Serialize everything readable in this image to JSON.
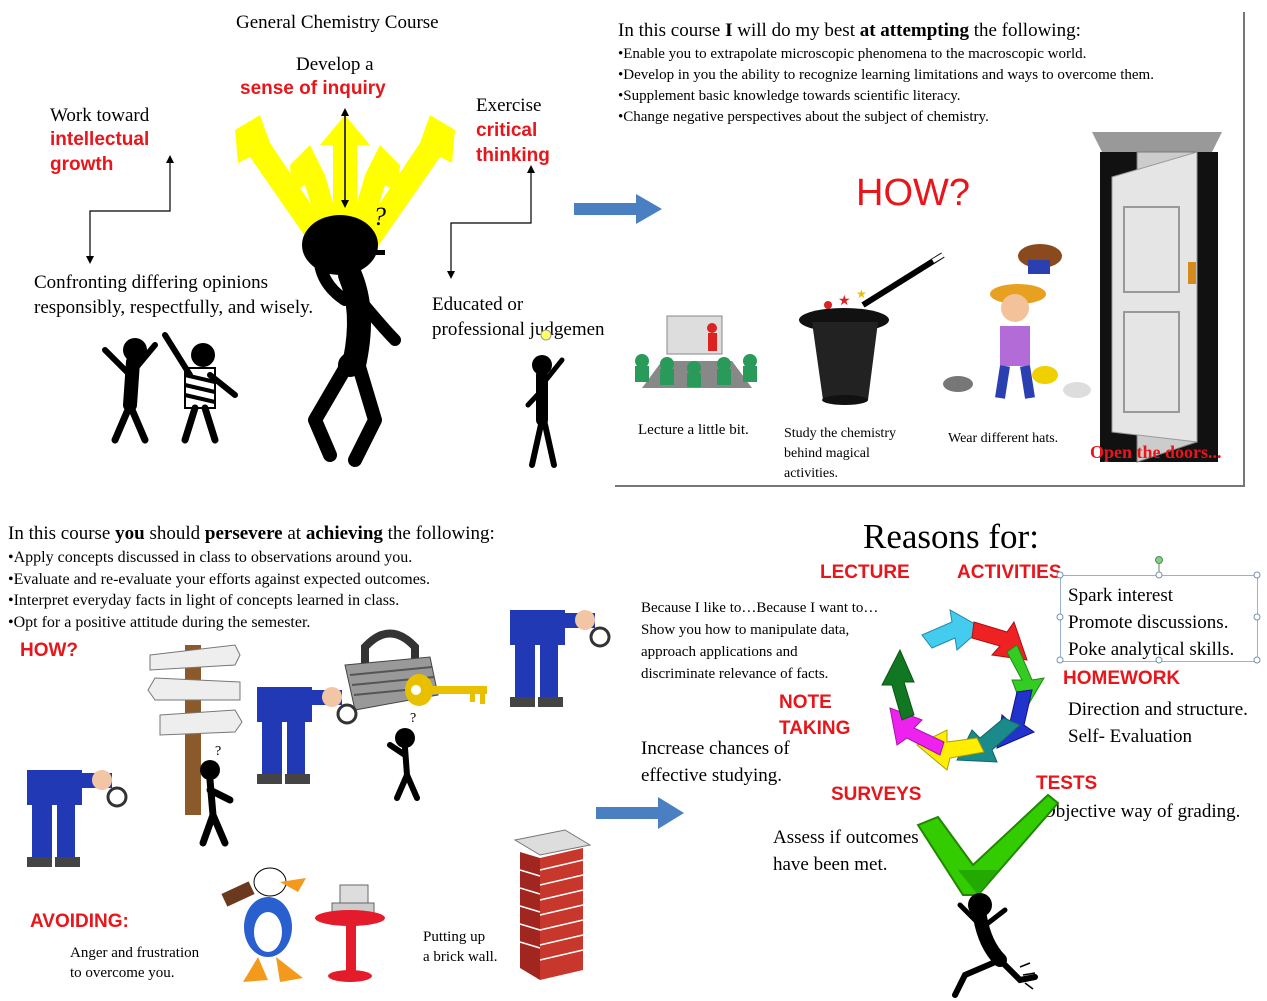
{
  "q1": {
    "title": "General Chemistry Course",
    "develop": "Develop a",
    "inquiry": "sense of inquiry",
    "work_toward": "Work toward",
    "intellectual_1": "intellectual",
    "intellectual_2": "growth",
    "exercise": "Exercise",
    "critical_1": "critical",
    "critical_2": "thinking",
    "confront_1": "Confronting differing opinions",
    "confront_2": "responsibly, respectfully, and wisely.",
    "educated_1": "Educated or",
    "educated_2": "professional judgemen"
  },
  "q2": {
    "intro_a": "In this course ",
    "intro_b": "I",
    "intro_c": " will do my best ",
    "intro_d": "at attempting",
    "intro_e": " the following:",
    "bullets": [
      "•Enable you to extrapolate microscopic phenomena to the macroscopic world.",
      "•Develop in you the ability to recognize learning limitations and ways to overcome them.",
      "•Supplement basic knowledge towards scientific literacy.",
      "•Change negative perspectives about the subject of chemistry."
    ],
    "how": "HOW?",
    "lecture": "Lecture a little bit.",
    "study_1": "Study  the chemistry",
    "study_2": "behind magical",
    "study_3": "activities.",
    "hats": "Wear different hats.",
    "doors": "Open the doors..."
  },
  "q3": {
    "intro_a": "In this course ",
    "intro_b": "you",
    "intro_c": " should ",
    "intro_d": "persevere",
    "intro_e": " at ",
    "intro_f": "achieving",
    "intro_g": " the following:",
    "bullets": [
      "•Apply concepts discussed in class to observations around you.",
      "•Evaluate and re-evaluate your efforts against expected outcomes.",
      "•Interpret everyday facts in light of concepts learned in class.",
      "•Opt for a positive attitude during the semester."
    ],
    "how": "HOW?",
    "avoiding": "AVOIDING:",
    "anger_1": "Anger and frustration",
    "anger_2": "to overcome you.",
    "brick_1": "Putting up",
    "brick_2": "a brick wall."
  },
  "q4": {
    "title": "Reasons for:",
    "lecture": "LECTURE",
    "activities": "ACTIVITIES",
    "lecture_text": [
      "Because I like to…Because I want to…",
      "Show you how to manipulate data,",
      "approach applications and",
      "discriminate relevance of facts."
    ],
    "activities_text": [
      "Spark interest",
      "Promote discussions.",
      "Poke analytical skills."
    ],
    "note_1": "NOTE",
    "note_2": "TAKING",
    "note_text": [
      "Increase chances of",
      "effective studying."
    ],
    "homework": "HOMEWORK",
    "homework_text": [
      "Direction and structure.",
      "Self- Evaluation"
    ],
    "surveys": "SURVEYS",
    "surveys_text": [
      "Assess if outcomes",
      "have been met."
    ],
    "tests": "TESTS",
    "tests_text": "Objective way of grading."
  },
  "colors": {
    "red": "#e8161b",
    "arrow_blue": "#4a7fc1",
    "yellow": "#ffff00",
    "green": "#33cc00"
  },
  "icons": [
    "yellow-arrows-icon",
    "thinking-figure-icon",
    "blue-arrow-icon",
    "door-icon",
    "top-hat-icon",
    "cycle-arrows-icon",
    "check-mark-icon",
    "brick-wall-icon",
    "signpost-icon",
    "padlock-icon",
    "key-icon",
    "duck-icon",
    "magnifier-man-icon"
  ]
}
